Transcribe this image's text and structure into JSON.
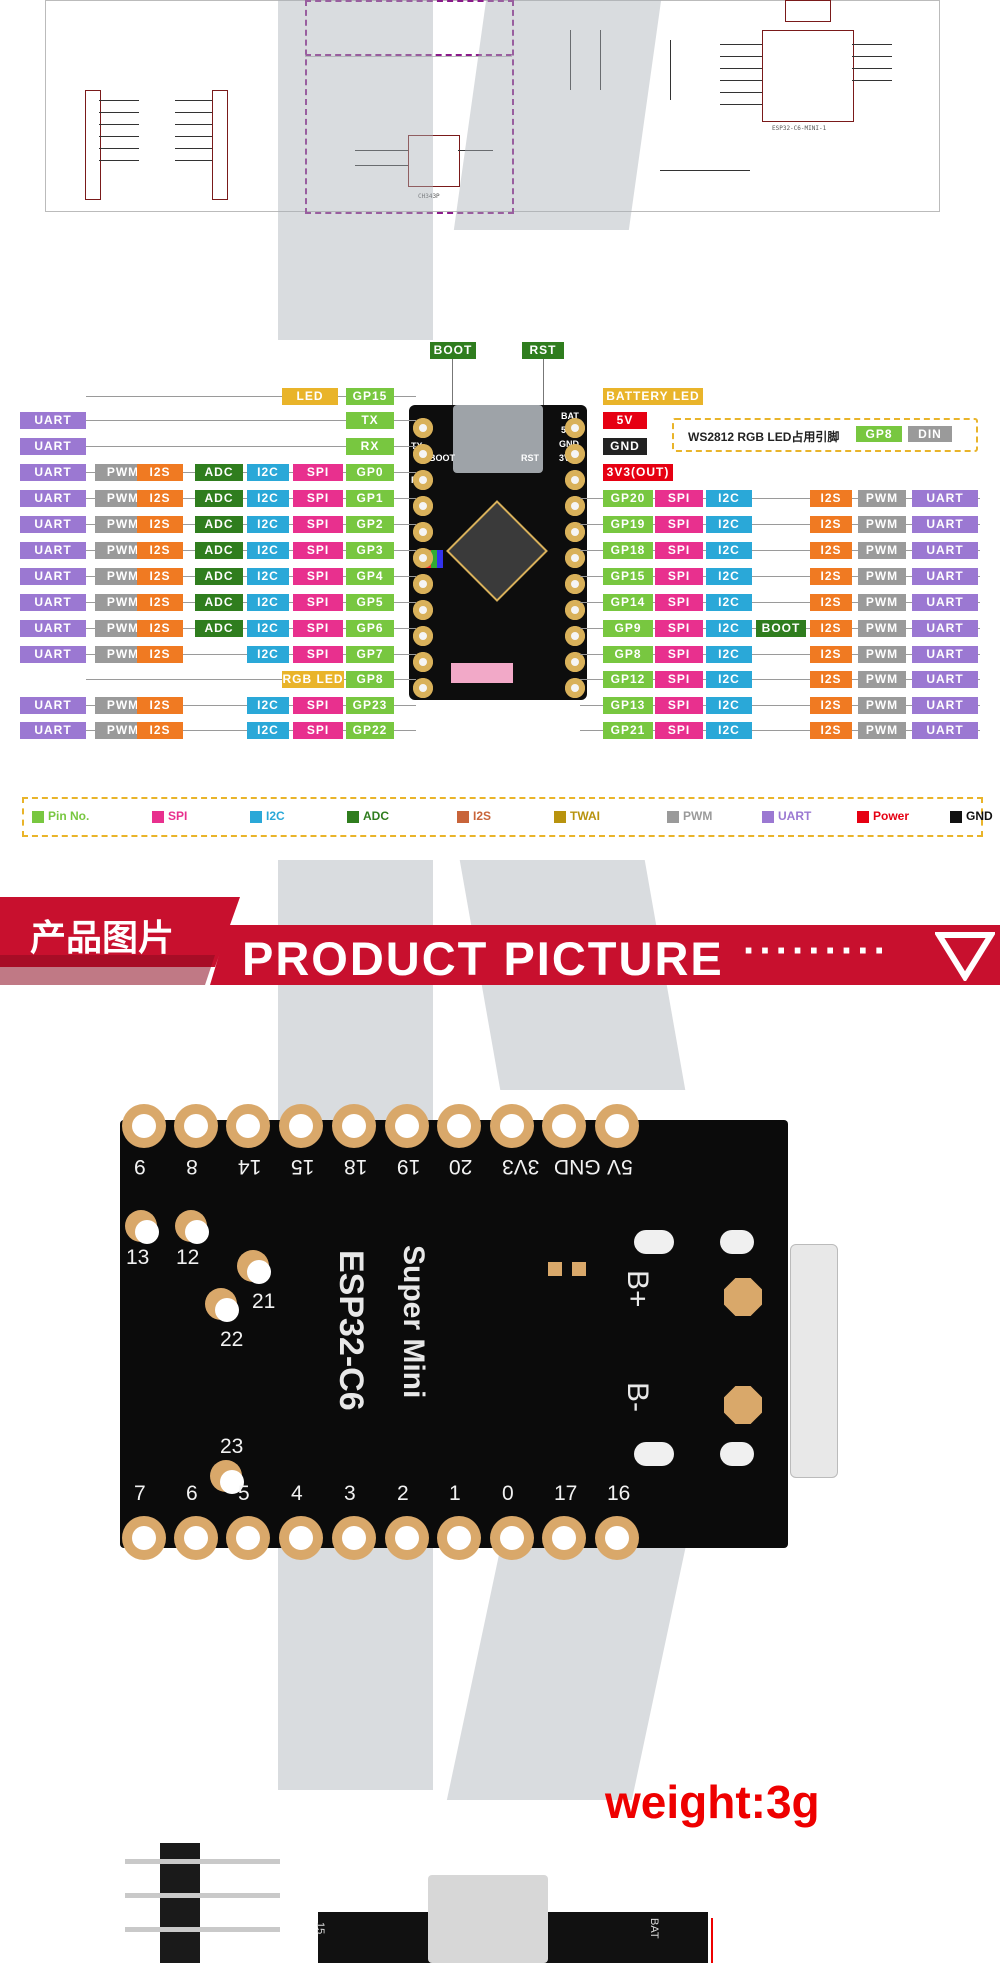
{
  "schematic": {
    "label_ic": "CH343P",
    "label_module": "ESP32-C6-MINI-1"
  },
  "pinout": {
    "top_labels": {
      "boot": "BOOT",
      "rst": "RST"
    },
    "board_labels": {
      "boot": "BOOT",
      "rst": "RST",
      "bat": "BAT",
      "gnd": "GND",
      "v3": "3V3",
      "v5": "5V",
      "tx": "TX",
      "rx": "RX"
    },
    "info_box": {
      "text": "WS2812 RGB LED占用引脚",
      "gp": "GP8",
      "din": "DIN"
    },
    "left_rows": [
      {
        "tags": [
          "LED",
          "GP15"
        ]
      },
      {
        "tags": [
          "UART",
          "TX"
        ]
      },
      {
        "tags": [
          "UART",
          "RX"
        ]
      },
      {
        "tags": [
          "UART",
          "PWM",
          "I2S",
          "ADC",
          "I2C",
          "SPI",
          "GP0"
        ]
      },
      {
        "tags": [
          "UART",
          "PWM",
          "I2S",
          "ADC",
          "I2C",
          "SPI",
          "GP1"
        ]
      },
      {
        "tags": [
          "UART",
          "PWM",
          "I2S",
          "ADC",
          "I2C",
          "SPI",
          "GP2"
        ]
      },
      {
        "tags": [
          "UART",
          "PWM",
          "I2S",
          "ADC",
          "I2C",
          "SPI",
          "GP3"
        ]
      },
      {
        "tags": [
          "UART",
          "PWM",
          "I2S",
          "ADC",
          "I2C",
          "SPI",
          "GP4"
        ]
      },
      {
        "tags": [
          "UART",
          "PWM",
          "I2S",
          "ADC",
          "I2C",
          "SPI",
          "GP5"
        ]
      },
      {
        "tags": [
          "UART",
          "PWM",
          "I2S",
          "ADC",
          "I2C",
          "SPI",
          "GP6"
        ]
      },
      {
        "tags": [
          "UART",
          "PWM",
          "I2S",
          "I2C",
          "SPI",
          "GP7"
        ]
      },
      {
        "tags": [
          "RGB LED",
          "GP8"
        ]
      },
      {
        "tags": [
          "UART",
          "PWM",
          "I2S",
          "I2C",
          "SPI",
          "GP23"
        ]
      },
      {
        "tags": [
          "UART",
          "PWM",
          "I2S",
          "I2C",
          "SPI",
          "GP22"
        ]
      }
    ],
    "right_rows": [
      {
        "tags": [
          "BATTERY LED"
        ]
      },
      {
        "tags": [
          "5V"
        ]
      },
      {
        "tags": [
          "GND"
        ]
      },
      {
        "tags": [
          "3V3(OUT)"
        ]
      },
      {
        "tags": [
          "GP20",
          "SPI",
          "I2C",
          "I2S",
          "PWM",
          "UART"
        ]
      },
      {
        "tags": [
          "GP19",
          "SPI",
          "I2C",
          "I2S",
          "PWM",
          "UART"
        ]
      },
      {
        "tags": [
          "GP18",
          "SPI",
          "I2C",
          "I2S",
          "PWM",
          "UART"
        ]
      },
      {
        "tags": [
          "GP15",
          "SPI",
          "I2C",
          "I2S",
          "PWM",
          "UART"
        ]
      },
      {
        "tags": [
          "GP14",
          "SPI",
          "I2C",
          "I2S",
          "PWM",
          "UART"
        ]
      },
      {
        "tags": [
          "GP9",
          "SPI",
          "I2C",
          "BOOT",
          "I2S",
          "PWM",
          "UART"
        ]
      },
      {
        "tags": [
          "GP8",
          "SPI",
          "I2C",
          "I2S",
          "PWM",
          "UART"
        ]
      },
      {
        "tags": [
          "GP12",
          "SPI",
          "I2C",
          "I2S",
          "PWM",
          "UART"
        ]
      },
      {
        "tags": [
          "GP13",
          "SPI",
          "I2C",
          "I2S",
          "PWM",
          "UART"
        ]
      },
      {
        "tags": [
          "GP21",
          "SPI",
          "I2C",
          "I2S",
          "PWM",
          "UART"
        ]
      }
    ],
    "legend": [
      {
        "label": "Pin No.",
        "color": "#78c740"
      },
      {
        "label": "SPI",
        "color": "#e8308e"
      },
      {
        "label": "I2C",
        "color": "#2aa8d8"
      },
      {
        "label": "ADC",
        "color": "#2f7d1e"
      },
      {
        "label": "I2S",
        "color": "#c8643a"
      },
      {
        "label": "TWAI",
        "color": "#b8930e"
      },
      {
        "label": "PWM",
        "color": "#9a9a9a"
      },
      {
        "label": "UART",
        "color": "#9b78d2"
      },
      {
        "label": "Power",
        "color": "#e60012"
      },
      {
        "label": "GND",
        "color": "#111111"
      }
    ]
  },
  "banner": {
    "cn": "产品图片",
    "en": "PRODUCT PICTURE",
    "dots": "·········",
    "red": "#c8102e"
  },
  "product": {
    "top_pins": [
      "9",
      "8",
      "14",
      "15",
      "18",
      "19",
      "20",
      "3V3",
      "GND",
      "5V"
    ],
    "inner_pins": [
      "13",
      "12",
      "21",
      "22"
    ],
    "silk_name": "ESP32-C6",
    "silk_sub": "Super Mini",
    "b_plus": "B+",
    "b_minus": "B-",
    "pin23": "23",
    "bottom_pins": [
      "7",
      "6",
      "5",
      "4",
      "3",
      "2",
      "1",
      "0",
      "17",
      "16"
    ],
    "weight": "weight:3g",
    "side_labels": {
      "a": "15",
      "b": "BAT"
    }
  }
}
